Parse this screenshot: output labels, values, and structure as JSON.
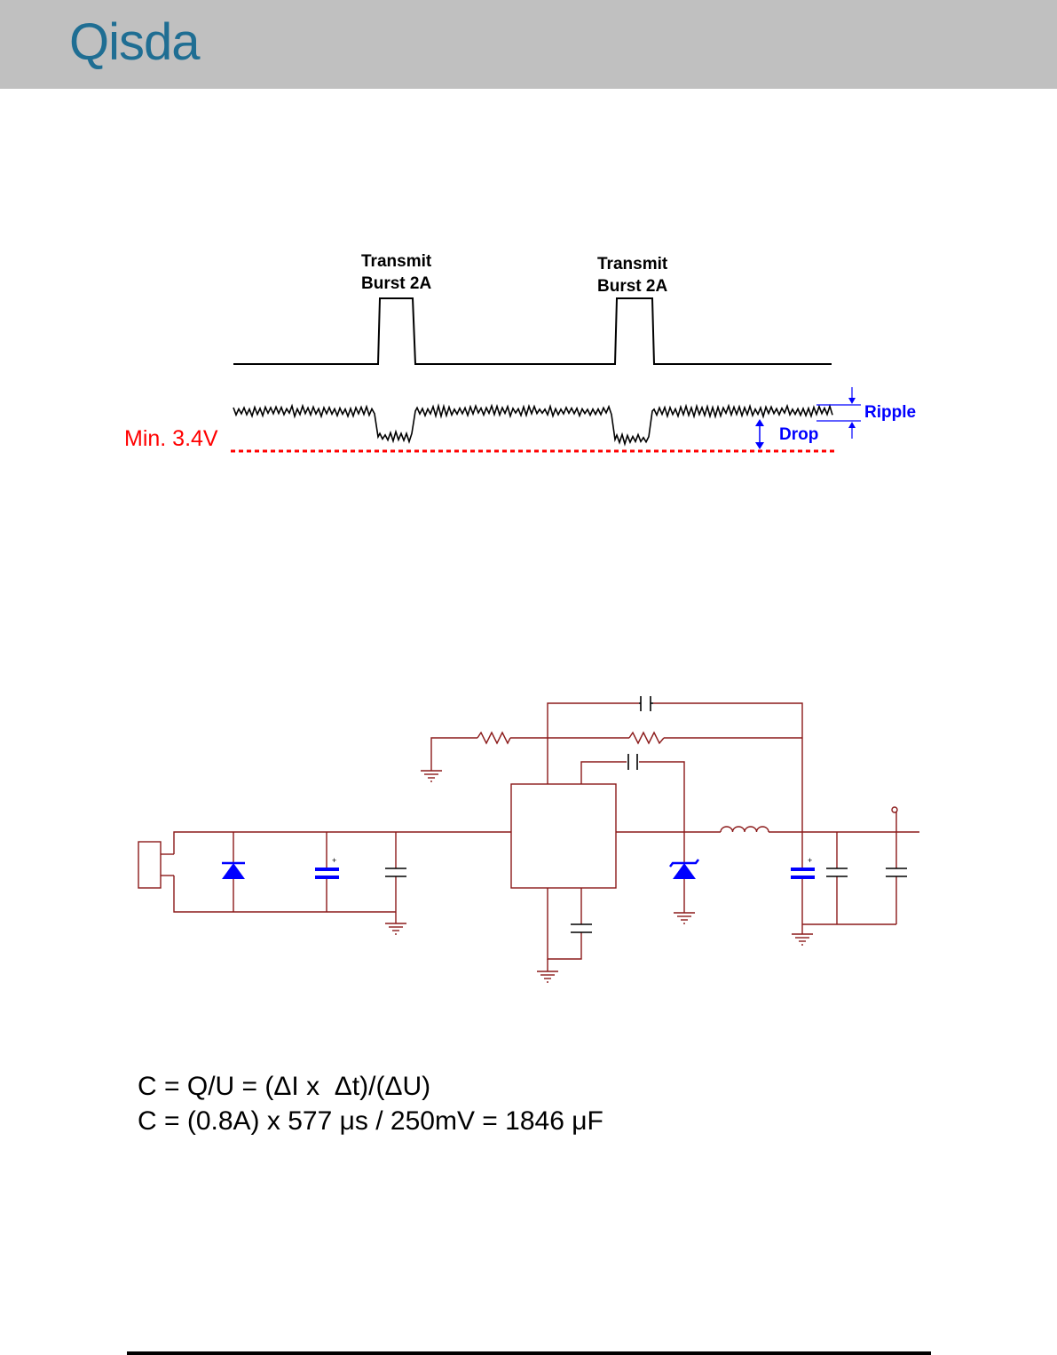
{
  "header": {
    "logo_text": "Qisda",
    "logo_color": "#1f6e93",
    "background": "#c0c0c0"
  },
  "waveform": {
    "burst_labels": [
      {
        "line1": "Transmit",
        "line2": "Burst 2A"
      },
      {
        "line1": "Transmit",
        "line2": "Burst 2A"
      }
    ],
    "min_voltage_label": "Min. 3.4V",
    "ripple_label": "Ripple",
    "drop_label": "Drop",
    "min_color": "#ff0000",
    "annotation_color": "#0000ff"
  },
  "schematic": {
    "wire_color": "#8b1a1a",
    "component_color": "#0000ff"
  },
  "formulas": {
    "line1": "C = Q/U = (ΔI x  Δt)/(ΔU)",
    "line2": "C = (0.8A) x 577 μs / 250mV = 1846 μF"
  }
}
